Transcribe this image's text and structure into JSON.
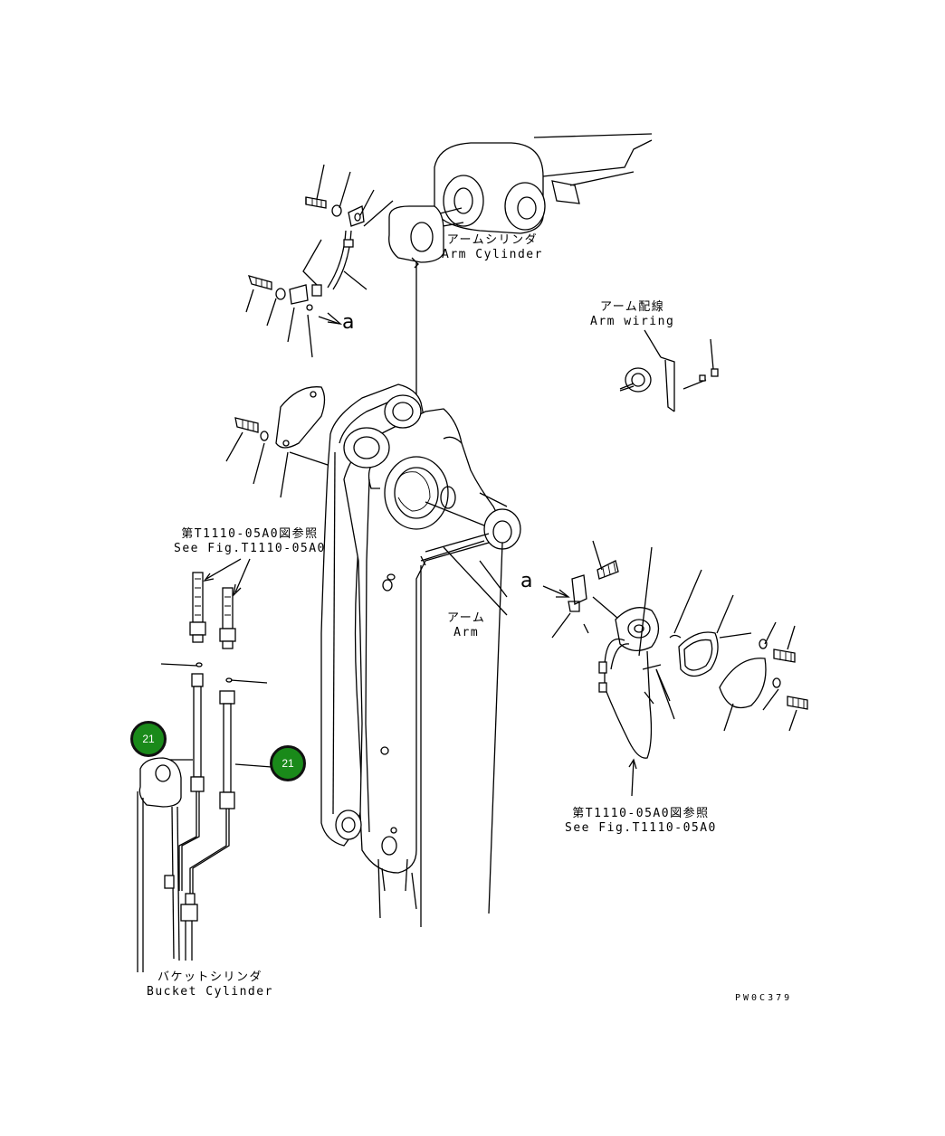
{
  "labels": {
    "arm_cylinder_jp": "アームシリンダ",
    "arm_cylinder_en": "Arm Cylinder",
    "arm_wiring_jp": "アーム配線",
    "arm_wiring_en": "Arm wiring",
    "see_fig_left_jp": "第T1110-05A0図参照",
    "see_fig_left_en": "See Fig.T1110-05A0",
    "arm_jp": "アーム",
    "arm_en": "Arm",
    "see_fig_right_jp": "第T1110-05A0図参照",
    "see_fig_right_en": "See Fig.T1110-05A0",
    "bucket_cylinder_jp": "バケットシリンダ",
    "bucket_cylinder_en": "Bucket Cylinder",
    "drawing_code": "PW0C379"
  },
  "callouts": {
    "a_top": "a",
    "a_right": "a"
  },
  "badges": [
    {
      "number": "21",
      "color": "#1a8a1a"
    },
    {
      "number": "21",
      "color": "#1a8a1a"
    }
  ]
}
